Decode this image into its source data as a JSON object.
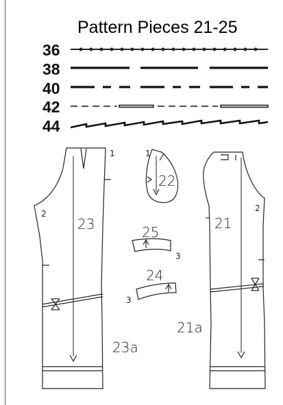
{
  "title": "Pattern Pieces 21-25",
  "sizes": [
    "36",
    "38",
    "40",
    "42",
    "44"
  ],
  "pieces": {
    "p21": "21",
    "p21a": "21a",
    "p22": "22",
    "p23": "23",
    "p23a": "23a",
    "p24": "24",
    "p25": "25"
  },
  "notches": {
    "n1": "1",
    "n2": "2",
    "n3": "3"
  }
}
